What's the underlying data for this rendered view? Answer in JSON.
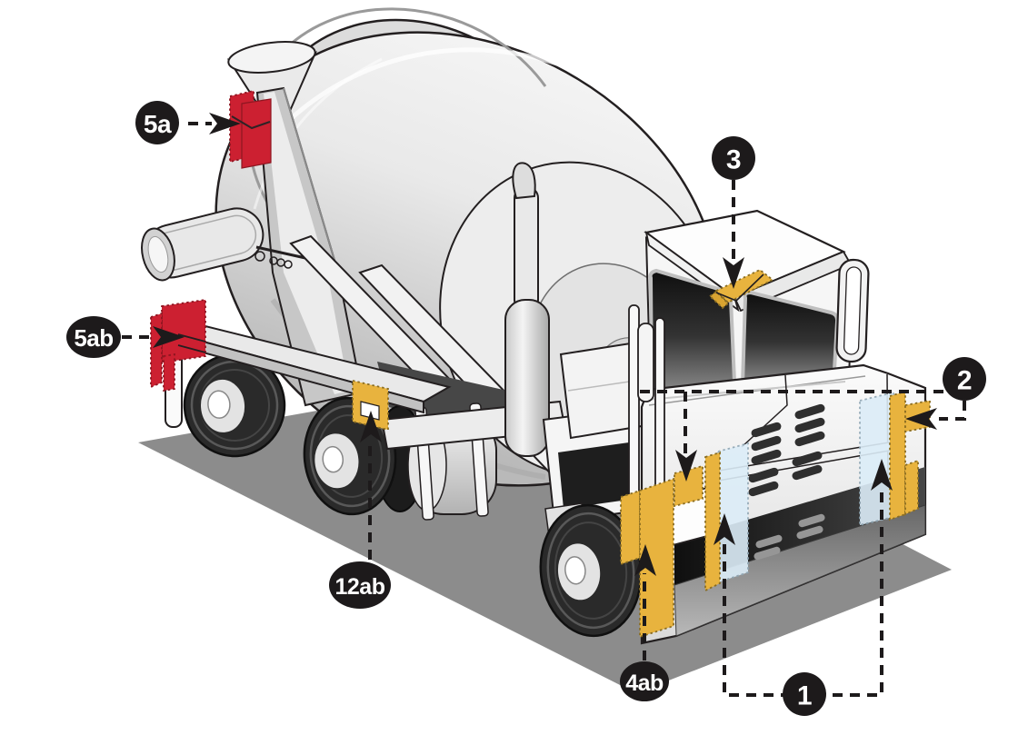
{
  "diagram": {
    "type": "vehicle-marking-diagram",
    "vehicle": "concrete mixer truck (isometric technical illustration)",
    "colors": {
      "background": "#ffffff",
      "badge_bg": "#1d1a1b",
      "badge_text": "#ffffff",
      "marker_red": "#cc2031",
      "marker_yellow": "#e8b33e",
      "panel_blue": "#dcedf8",
      "shadow": "#8c8c8c",
      "outline": "#231f20"
    },
    "callouts": [
      {
        "id": "5a",
        "label": "5a",
        "marker_color": "#cc2031",
        "target": "rear chute support marker"
      },
      {
        "id": "5ab",
        "label": "5ab",
        "marker_color": "#cc2031",
        "target": "rear platform corner marker"
      },
      {
        "id": "12ab",
        "label": "12ab",
        "marker_color": "#e8b33e",
        "target": "platform step marker above rear wheel"
      },
      {
        "id": "4ab",
        "label": "4ab",
        "marker_color": "#e8b33e",
        "target": "front-left bumper corner marker"
      },
      {
        "id": "1",
        "label": "1",
        "marker_color": "#dcedf8",
        "target": "front blue reflective panels"
      },
      {
        "id": "2",
        "label": "2",
        "marker_color": "#e8b33e",
        "target": "cab side and front-right corner markers"
      },
      {
        "id": "3",
        "label": "3",
        "marker_color": "#e8b33e",
        "target": "cab roof front edge marker"
      }
    ],
    "markers": [
      {
        "name": "rear-chute-marker",
        "color_ref": "marker_red",
        "callout": "5a"
      },
      {
        "name": "rear-platform-corner-marker",
        "color_ref": "marker_red",
        "callout": "5ab"
      },
      {
        "name": "platform-step-marker",
        "color_ref": "marker_yellow",
        "callout": "12ab"
      },
      {
        "name": "front-corner-marker",
        "color_ref": "marker_yellow",
        "callout": "4ab"
      },
      {
        "name": "front-panel-left",
        "color_ref": "panel_blue",
        "callout": "1"
      },
      {
        "name": "front-panel-right",
        "color_ref": "panel_blue",
        "callout": "1"
      },
      {
        "name": "cab-side-marker",
        "color_ref": "marker_yellow",
        "callout": "2"
      },
      {
        "name": "front-right-corner-marker",
        "color_ref": "marker_yellow",
        "callout": "2"
      },
      {
        "name": "cab-roof-marker",
        "color_ref": "marker_yellow",
        "callout": "3"
      }
    ]
  }
}
